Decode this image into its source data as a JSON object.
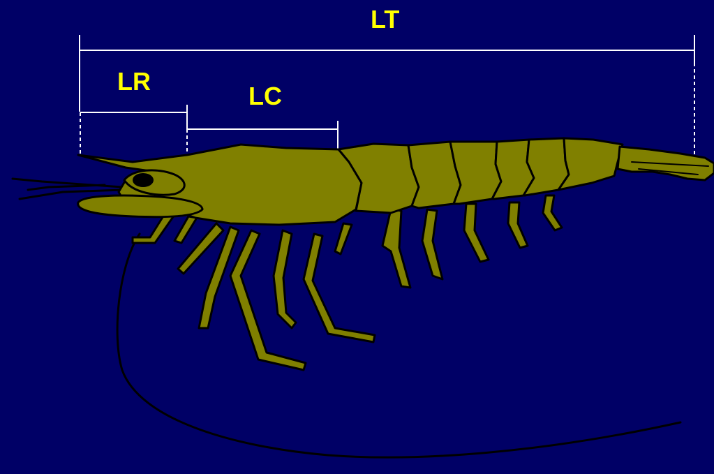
{
  "colors": {
    "background": "#000066",
    "label_text": "#ffff00",
    "measure_lines": "#ffffff",
    "shrimp_body": "#808000",
    "shrimp_outline": "#000000"
  },
  "figure": {
    "measurements": [
      {
        "id": "lt",
        "label": "LT"
      },
      {
        "id": "lr",
        "label": "LR"
      },
      {
        "id": "lc",
        "label": "LC"
      }
    ],
    "subject_icon": "shrimp-side-view"
  }
}
